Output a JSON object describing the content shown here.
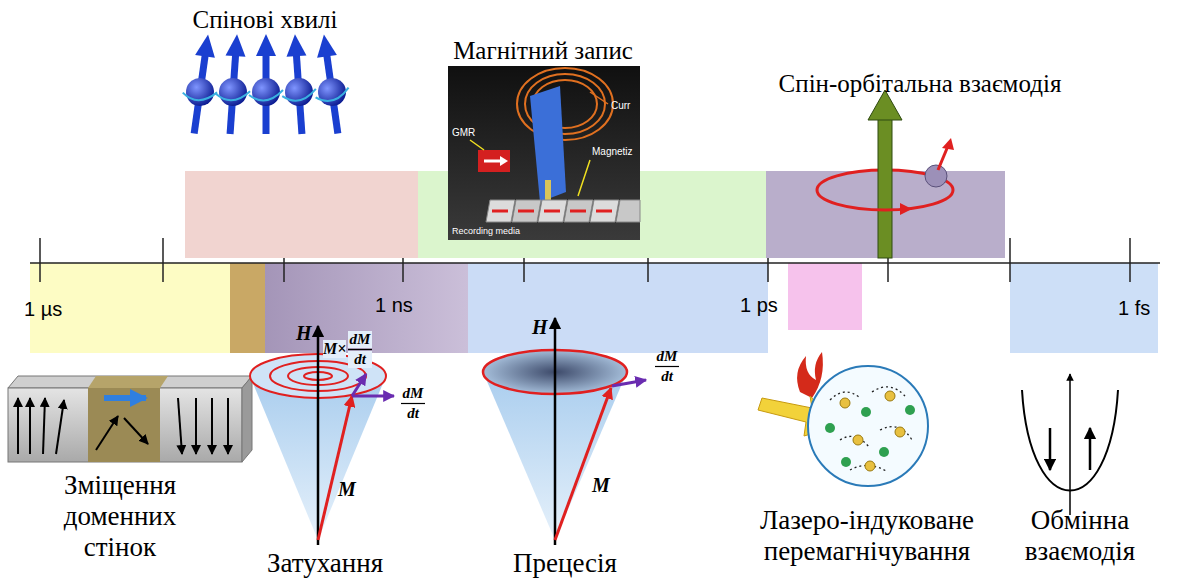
{
  "diagram": {
    "nodes": [
      {
        "text": [
          "Спінові хвилі"
        ]
      },
      {
        "text": [
          "Магнітний запис"
        ]
      },
      {
        "text": [
          "Спін-орбітальна взаємодія"
        ]
      }
    ],
    "labels": [
      "1 µs",
      "1 ns",
      "1 ps",
      "1 fs",
      "GMR",
      "Curr",
      "Magnetiz",
      "Recording media",
      "H",
      "M×",
      "dM",
      "dt",
      "dM",
      "dt",
      "M",
      "H",
      "M",
      "dM",
      "dt",
      "Зміщення доменних стінок",
      "Затухання",
      "Прецесія",
      "Лазеро-індуковане перемагнічування",
      "Обмінна взаємодія"
    ]
  }
}
